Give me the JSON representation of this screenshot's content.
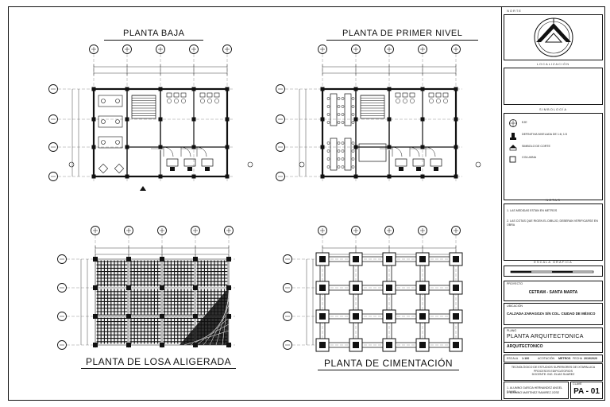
{
  "plans": {
    "planta_baja": "PLANTA BAJA",
    "primer_nivel": "PLANTA DE PRIMER NIVEL",
    "losa": "PLANTA DE LOSA ALIGERADA",
    "cimentacion": "PLANTA DE CIMENTACIÓN"
  },
  "titleblock": {
    "norte": "NORTE",
    "localizacion": "LOCALIZACIÓN",
    "simbologia": "SIMBOLOGÍA",
    "sym_eje": "EJE",
    "sym_nivel": "DEFINITIVA NIVELADA DE 1:6; 1:5",
    "sym_corte": "SIMBOLO DE CORTE",
    "sym_columna": "COLUMNA",
    "notas": "NOTAS",
    "nota1": "1. LAS MEDIDAS ESTAN EN METROS",
    "nota2": "2. LAS COTAS QUE RIGEN EL DIBUJO, DEBERAN VERIFICARSE EN OBRA",
    "escala_grafica": "ESCALA GRÁFICA",
    "proyecto_label": "PROYECTO",
    "proyecto": "CETRAM - SANTA MARTA",
    "ubicacion_label": "UBICACIÓN",
    "ubicacion": "CALZADA ZARAGOZA S/N COL. CIUDAD DE MÉXICO",
    "plano_label": "PLANO",
    "plano": "PLANTA ARQUITECTONICA",
    "tipo": "ARQUITECTONICO",
    "escala_label": "ESCALA",
    "escala": "1:100",
    "acotacion_label": "ACOTACIÓN",
    "acotacion": "METROS",
    "fecha_label": "FECHA",
    "fecha": "2019/2020",
    "institucion1": "TECNOLÓGICO DE ESTUDIOS SUPERIORES DE IXTAPALUCA",
    "institucion2": "PROCESOS EDIFICATORIOS",
    "docente": "DOCENTE: ING. ELIAS SUAREZ",
    "alumnos1": "1. ALUMNO GARCIA HERNANDEZ ANGEL DANIEL",
    "alumnos2": "2. ALUMNO MARTINEZ RAMIREZ JOSE",
    "clave_label": "CLAVE",
    "clave": "PA - 01"
  },
  "colors": {
    "ink": "#111111",
    "fill": "#0a0a0a"
  }
}
